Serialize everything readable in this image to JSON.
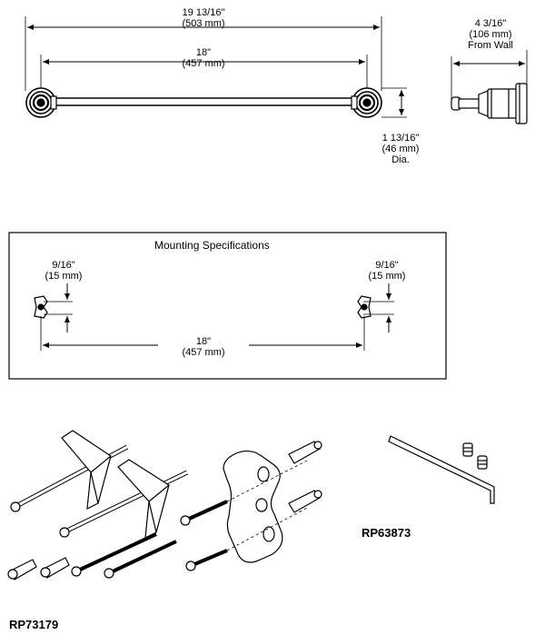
{
  "top_view": {
    "overall_width": {
      "imperial": "19 13/16\"",
      "metric": "(503 mm)"
    },
    "inner_width": {
      "imperial": "18\"",
      "metric": "(457 mm)"
    },
    "post_dia": {
      "imperial": "1 13/16\"",
      "metric": "(46 mm)",
      "suffix": "Dia."
    },
    "projection": {
      "imperial": "4 3/16\"",
      "metric": "(106 mm)",
      "suffix": "From Wall"
    }
  },
  "mounting": {
    "title": "Mounting Specifications",
    "left_offset": {
      "imperial": "9/16\"",
      "metric": "(15 mm)"
    },
    "right_offset": {
      "imperial": "9/16\"",
      "metric": "(15 mm)"
    },
    "spacing": {
      "imperial": "18\"",
      "metric": "(457 mm)"
    }
  },
  "parts": {
    "hardware_kit": "RP73179",
    "hex_key_kit": "RP63873"
  }
}
